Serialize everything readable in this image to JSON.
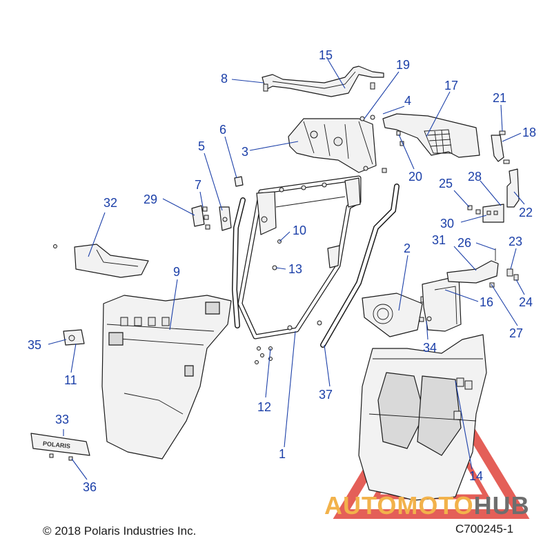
{
  "callouts": [
    "1",
    "2",
    "3",
    "4",
    "5",
    "6",
    "7",
    "8",
    "9",
    "10",
    "11",
    "12",
    "13",
    "14",
    "15",
    "16",
    "17",
    "18",
    "19",
    "20",
    "21",
    "22",
    "23",
    "24",
    "25",
    "26",
    "27",
    "28",
    "29",
    "30",
    "31",
    "32",
    "33",
    "34",
    "35",
    "36",
    "37"
  ],
  "footer": {
    "copyright": "© 2018 Polaris Industries Inc.",
    "diagram_code": "C700245-1"
  },
  "watermark": {
    "part1": "AUTOMOTO",
    "part2": "HUB",
    "colors": {
      "triangle": "#e0443b",
      "text_orange": "#f2b24b",
      "text_gray": "#6e6e6e"
    }
  },
  "logo_text": "POLARIS",
  "colors": {
    "callout": "#1b3fa8",
    "line": "#1a1a1a"
  }
}
